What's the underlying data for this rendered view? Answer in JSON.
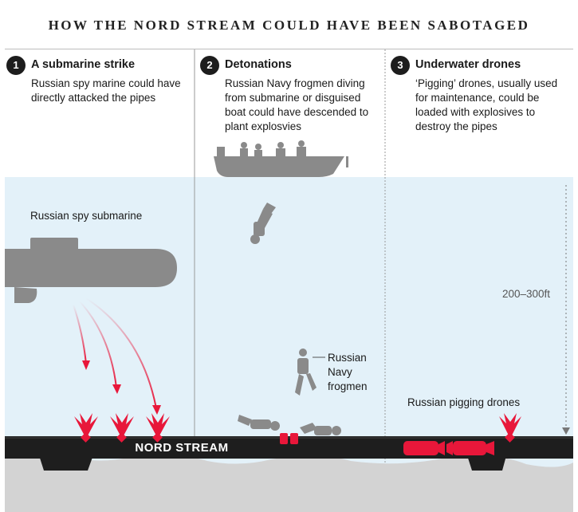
{
  "title": "HOW THE NORD STREAM COULD HAVE BEEN SABOTAGED",
  "columns": [
    {
      "number": "1",
      "heading": "A submarine strike",
      "description": "Russian spy marine could have directly attacked the pipes"
    },
    {
      "number": "2",
      "heading": "Detonations",
      "description": "Russian Navy frogmen diving from submarine or disguised boat could have descended to plant explosvies"
    },
    {
      "number": "3",
      "heading": "Underwater drones",
      "description": "‘Pigging’ drones, usually used for maintenance, could be loaded with explosives to destroy the pipes"
    }
  ],
  "labels": {
    "submarine": "Russian spy submarine",
    "frogmen": "Russian Navy frogmen",
    "drones": "Russian pigging drones",
    "pipe": "NORD STREAM",
    "depth": "200–300ft"
  },
  "colors": {
    "water": "#e3f1f9",
    "seabed": "#d3d3d3",
    "pipe": "#1e1e1e",
    "explosion": "#e8173a",
    "silhouette": "#8a8a8a"
  }
}
